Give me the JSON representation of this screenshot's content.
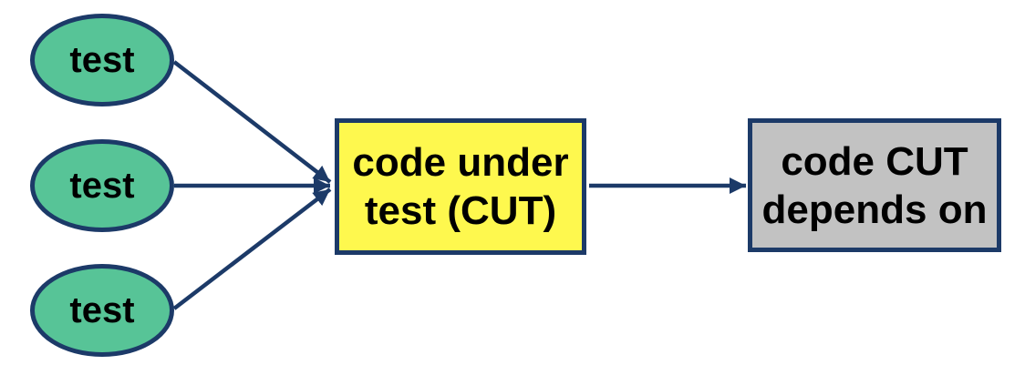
{
  "diagram": {
    "type": "flow-diagram",
    "description": "Unit testing structure: tests exercise the code under test, which depends on other code",
    "nodes": {
      "tests": [
        {
          "label": "test"
        },
        {
          "label": "test"
        },
        {
          "label": "test"
        }
      ],
      "cut": {
        "line1": "code under",
        "line2": "test (CUT)"
      },
      "dep": {
        "line1": "code CUT",
        "line2": "depends on"
      }
    },
    "edges": [
      {
        "from": "test-1",
        "to": "cut"
      },
      {
        "from": "test-2",
        "to": "cut"
      },
      {
        "from": "test-3",
        "to": "cut"
      },
      {
        "from": "cut",
        "to": "dep"
      }
    ],
    "colors": {
      "background": "#ffffff",
      "ellipse_fill": "#57c497",
      "ellipse_border": "#1c3a68",
      "cut_fill": "#fef84e",
      "cut_border": "#1c3a68",
      "dep_fill": "#c2c2c2",
      "dep_border": "#1c3a68",
      "arrow": "#1c3a68",
      "text": "#000000"
    }
  }
}
